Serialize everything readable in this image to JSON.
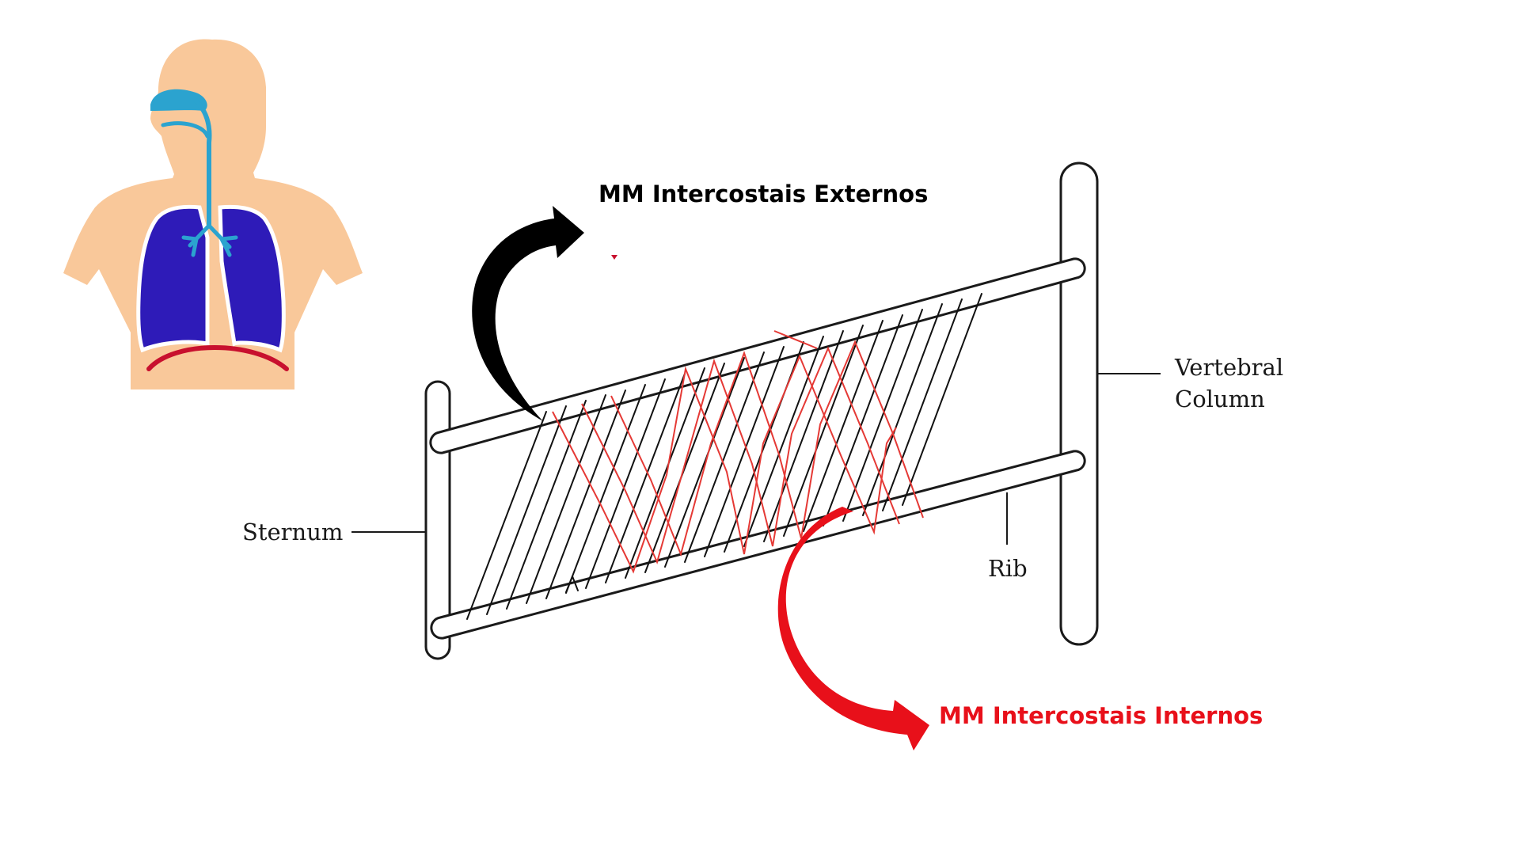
{
  "labels": {
    "external": "MM Intercostais Externos",
    "internal": "MM Intercostais Internos",
    "sternum": "Sternum",
    "rib": "Rib",
    "vertebral_line1": "Vertebral",
    "vertebral_line2": "Column"
  },
  "colors": {
    "skin": "#F9C89A",
    "airway": "#2BA3CF",
    "lungs": "#2E1BB8",
    "diaphragm": "#C8102E",
    "external_arrow": "#000000",
    "internal_arrow": "#E8101A",
    "internal_fibers": "#E53935",
    "external_fibers": "#111111"
  },
  "icons": {
    "thumbnail": "respiratory-system-icon"
  }
}
